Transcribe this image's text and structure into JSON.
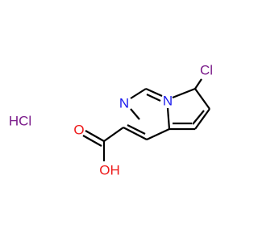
{
  "molecule": {
    "salt_label": "HCl",
    "atoms": {
      "chlorine": "Cl",
      "ring_nitrogen": "N",
      "bridge_nitrogen": "N",
      "carbonyl_oxygen": "O",
      "hydroxyl_group": "OH"
    }
  },
  "colors": {
    "bond": "#000000",
    "nitrogen": "#1a1aee",
    "oxygen": "#ee1a1a",
    "chlorine": "#7a1a8a",
    "background": "#ffffff"
  }
}
